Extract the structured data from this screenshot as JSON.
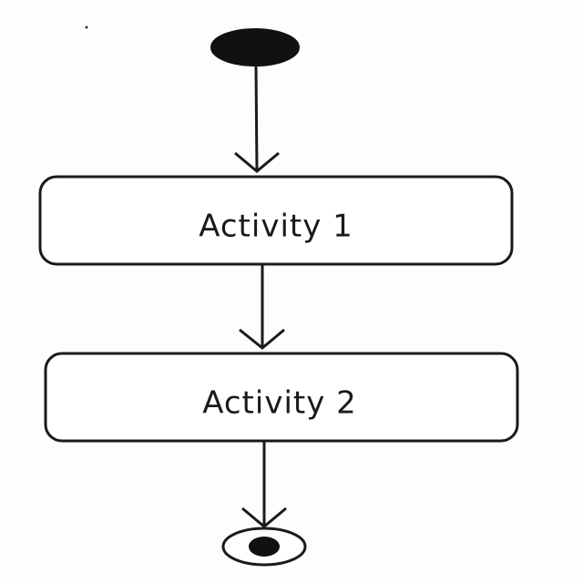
{
  "diagram": {
    "type": "uml-activity",
    "nodes": [
      {
        "id": "start",
        "kind": "initial"
      },
      {
        "id": "a1",
        "kind": "activity",
        "label": "Activity 1"
      },
      {
        "id": "a2",
        "kind": "activity",
        "label": "Activity 2"
      },
      {
        "id": "end",
        "kind": "final"
      }
    ],
    "edges": [
      {
        "from": "start",
        "to": "a1"
      },
      {
        "from": "a1",
        "to": "a2"
      },
      {
        "from": "a2",
        "to": "end"
      }
    ],
    "colors": {
      "stroke": "#1a1a1a",
      "fill_solid": "#111111",
      "box_fill": "#ffffff"
    }
  }
}
